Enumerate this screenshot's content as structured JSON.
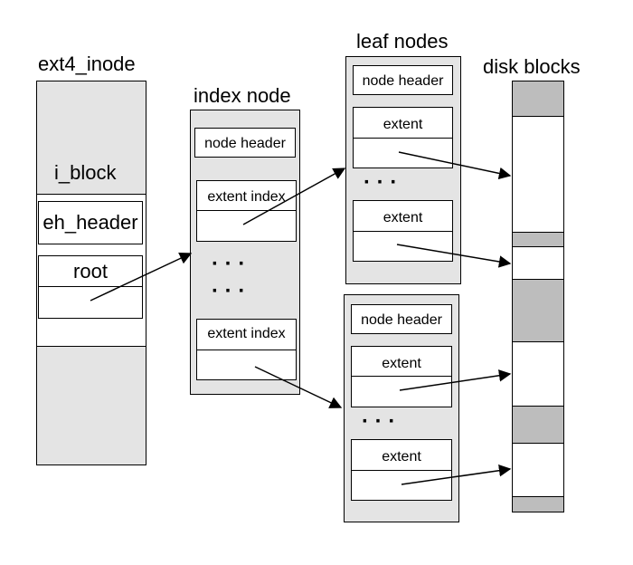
{
  "inode": {
    "title": "ext4_inode",
    "i_block": "i_block",
    "eh_header": "eh_header",
    "root": "root"
  },
  "index_node": {
    "title": "index node",
    "header": "node header",
    "entry1": "extent index",
    "entry2": "extent index",
    "ellipsis": "· · ·"
  },
  "leaf_nodes": {
    "title": "leaf nodes",
    "leaf1": {
      "header": "node header",
      "extent1": "extent",
      "extent2": "extent"
    },
    "leaf2": {
      "header": "node header",
      "extent1": "extent",
      "extent2": "extent"
    },
    "ellipsis": "· · ·"
  },
  "disk_blocks": {
    "title": "disk blocks"
  },
  "colors": {
    "node_fill": "#e4e4e4",
    "used_block": "#bdbdbd",
    "free_block": "#ffffff",
    "stroke": "#000000"
  }
}
